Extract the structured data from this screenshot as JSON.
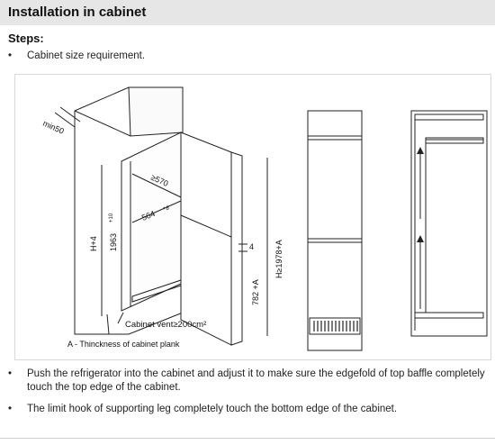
{
  "header": {
    "title": "Installation in cabinet"
  },
  "steps": {
    "title": "Steps:",
    "bullet": "•",
    "items": [
      "Cabinet size requirement.",
      "Push the refrigerator into the cabinet and adjust it to make sure the edgefold of top baffle completely touch the top edge of the cabinet.",
      "The limit hook of supporting leg completely touch the bottom edge of the cabinet."
    ]
  },
  "figure": {
    "labels": {
      "min50": "min50",
      "depth570": "≥570",
      "width564": "564",
      "width564_tol": "+8",
      "h_plus_4": "H+4",
      "height1963": "1963",
      "height1963_tol": "+10",
      "four": "4",
      "h782": "782 +A",
      "h1978": "H≥1978+A",
      "vent": "Cabinet vent≥200cm²",
      "thickness_note": "A - Thinckness of cabinet plank"
    }
  }
}
